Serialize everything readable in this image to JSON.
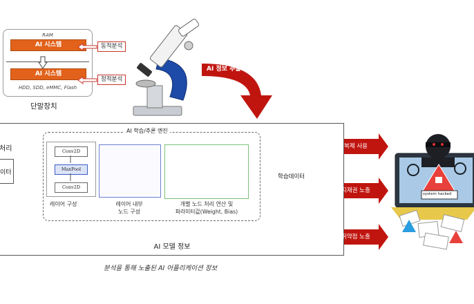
{
  "device": {
    "ram_label": "RAM",
    "ai_system_top": "AI 시스템",
    "ai_system_bottom": "AI 시스템",
    "storage_label": "HDD, SDD, eMMC, Flash",
    "dynamic_analysis": "동적분석",
    "static_analysis": "정적분석",
    "caption": "단말장치"
  },
  "extract_label": "AI 정보 추출",
  "engine": {
    "title": "AI 학습/추론 엔진",
    "layers": [
      "Conv2D",
      "MaxPool",
      "Conv2D"
    ],
    "layer_config_label": "레이어 구성",
    "inner_node_label_1": "레이어 내부",
    "inner_node_label_2": "노드 구성",
    "node_calc_label_1": "개별 노드 처리 연산 및",
    "node_calc_label_2": "파라미터값(Weight, Bias)"
  },
  "left_cut": {
    "process_label": "처리",
    "data_label": "이터"
  },
  "training_data_label": "학습데이터",
  "model_info_label": "AI 모델 정보",
  "bottom_caption": "분석을 통해 노출된 AI 어플리케이션 정보",
  "threats": [
    "복제 사용",
    "지재권 노출",
    "취약점 노출"
  ],
  "hack_sign": "system hacked",
  "colors": {
    "orange": "#e2621b",
    "dark_red": "#c0150f",
    "blue_node": "#1f3fd0",
    "green_box": "#7bc07b"
  }
}
